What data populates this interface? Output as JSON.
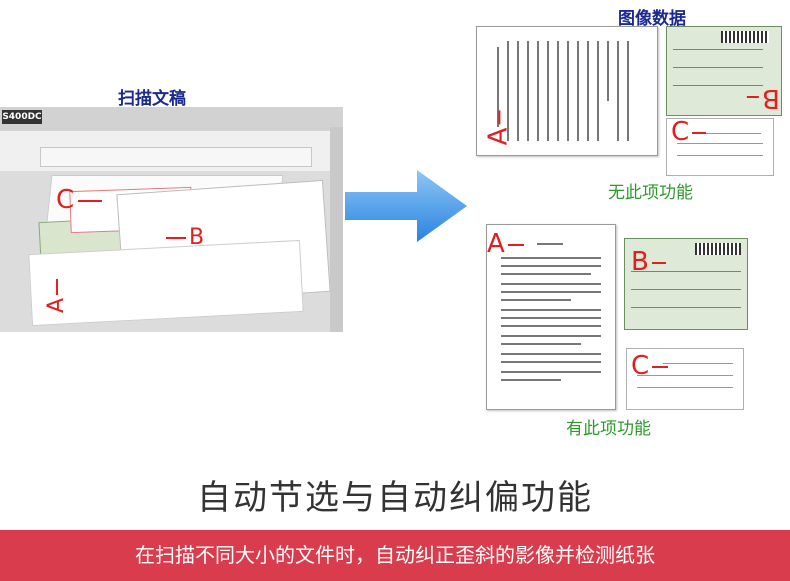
{
  "labels": {
    "scan_doc": "扫描文稿",
    "image_data": "图像数据",
    "no_feature": "无此项功能",
    "with_feature": "有此项功能"
  },
  "scanner": {
    "model": "S400DC"
  },
  "marks": {
    "a": "A",
    "b": "B",
    "c": "C"
  },
  "main_title": "自动节选与自动纠偏功能",
  "banner": "在扫描不同大小的文件时，自动纠正歪斜的影像并检测纸张",
  "colors": {
    "accent_red": "#e02020",
    "banner_red": "#d93d4d",
    "label_blue": "#1b2a8f",
    "label_green": "#2e9a2e",
    "arrow_blue": "#2a83e0"
  }
}
